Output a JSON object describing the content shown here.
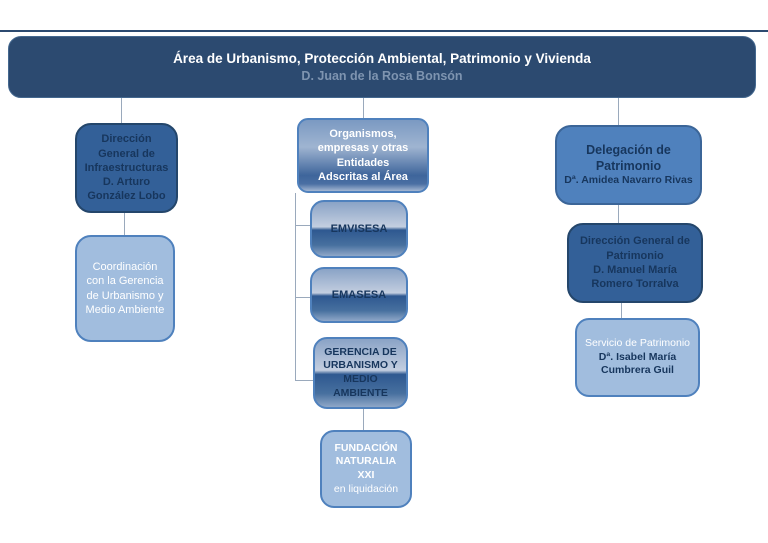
{
  "header": {
    "title": "Área de Urbanismo, Protección Ambiental, Patrimonio y Vivienda",
    "subtitle": "D. Juan de la Rosa Bonsón"
  },
  "nodes": {
    "infraestructuras": {
      "title": "Dirección General de Infraestructuras",
      "person": "D. Arturo González Lobo"
    },
    "coordinacion": {
      "title": "Coordinación con la Gerencia de Urbanismo y Medio Ambiente"
    },
    "organismos": {
      "title": "Organismos, empresas y otras Entidades Adscritas al Área"
    },
    "emvisesa": {
      "title": "EMVISESA"
    },
    "emasesa": {
      "title": "EMASESA"
    },
    "gerencia": {
      "title": "GERENCIA DE URBANISMO Y MEDIO AMBIENTE"
    },
    "fundacion": {
      "title": "FUNDACIÓN NATURALIA XXI",
      "subtitle": "en liquidación"
    },
    "delegacion": {
      "title": "Delegación de Patrimonio",
      "person": "Dª. Amidea Navarro Rivas"
    },
    "dg_patrimonio": {
      "title": "Dirección General de Patrimonio",
      "person": "D. Manuel María Romero Torralva"
    },
    "servicio_patrimonio": {
      "title": "Servicio de Patrimonio",
      "person": "Dª. Isabel María Cumbrera Guil"
    }
  },
  "palette": {
    "header_fill": "#2C4A70",
    "dark_steel_fill": "#336098",
    "medium_blue_fill": "#4F81BD",
    "light_blue_fill": "#A1BDDE",
    "gel_dark_band": "#2E5890",
    "navy_text": "#17365D",
    "subtitle_text": "#7E94B0",
    "connector": "#9AA9BC"
  }
}
